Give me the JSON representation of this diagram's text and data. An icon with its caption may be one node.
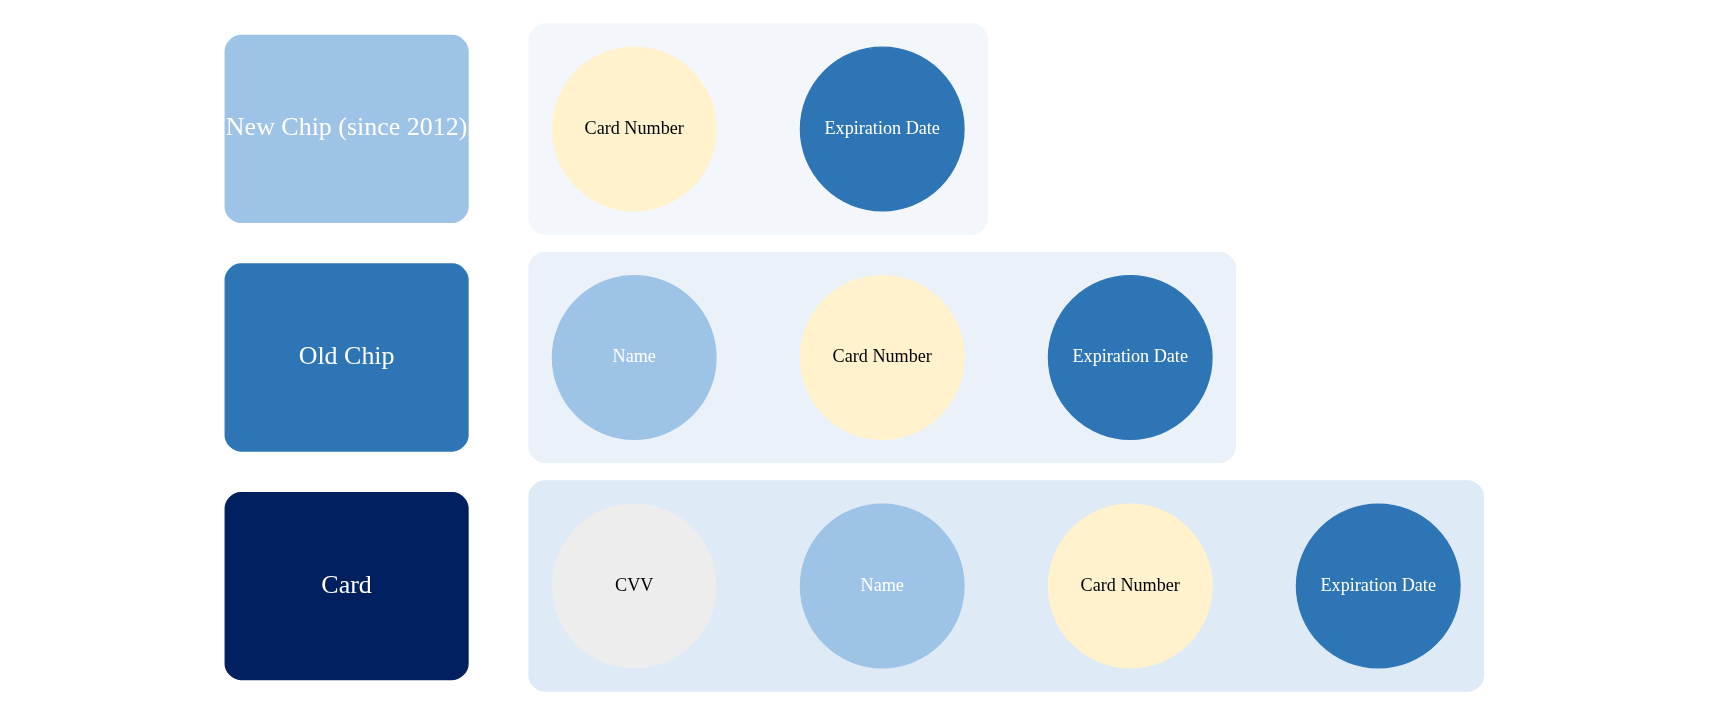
{
  "diagram": {
    "nodes": [
      {
        "text": [
          "Card"
        ]
      },
      {
        "text": [],
        "shape": "box"
      },
      {
        "text": [
          "CVV"
        ],
        "in": 1
      },
      {
        "text": [
          "Name"
        ],
        "in": 1
      },
      {
        "text": [
          "Card Number"
        ],
        "in": 1
      },
      {
        "text": [
          "Expiration Date"
        ],
        "in": 1
      },
      {
        "text": [
          "Old Chip"
        ]
      },
      {
        "text": [],
        "shape": "box"
      },
      {
        "text": [
          "Name"
        ],
        "in": 7
      },
      {
        "text": [
          "Card Number"
        ],
        "in": 7
      },
      {
        "text": [
          "Expiration Date"
        ],
        "in": 7
      },
      {
        "text": [
          "New Chip (since 2012)"
        ]
      },
      {
        "text": [],
        "shape": "box"
      },
      {
        "text": [
          "Card Number"
        ],
        "in": 12
      },
      {
        "text": [
          "Expiration Date"
        ],
        "in": 12
      }
    ],
    "edges": []
  }
}
